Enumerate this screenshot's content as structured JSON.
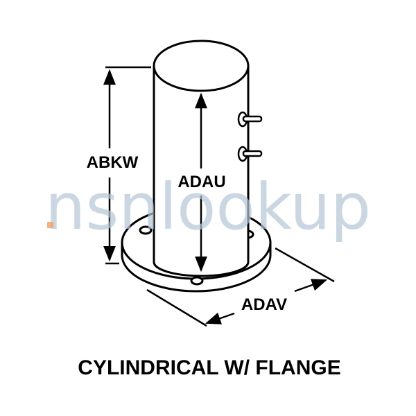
{
  "diagram": {
    "title": "CYLINDRICAL W/ FLANGE",
    "dimensions": {
      "overall_height": "ABKW",
      "cylinder_height": "ADAU",
      "flange_diameter": "ADAV"
    },
    "watermark": "nsnlookup",
    "colors": {
      "line": "#000000",
      "watermark": "#b4c6d6",
      "watermark_dot": "#f0a060"
    }
  }
}
